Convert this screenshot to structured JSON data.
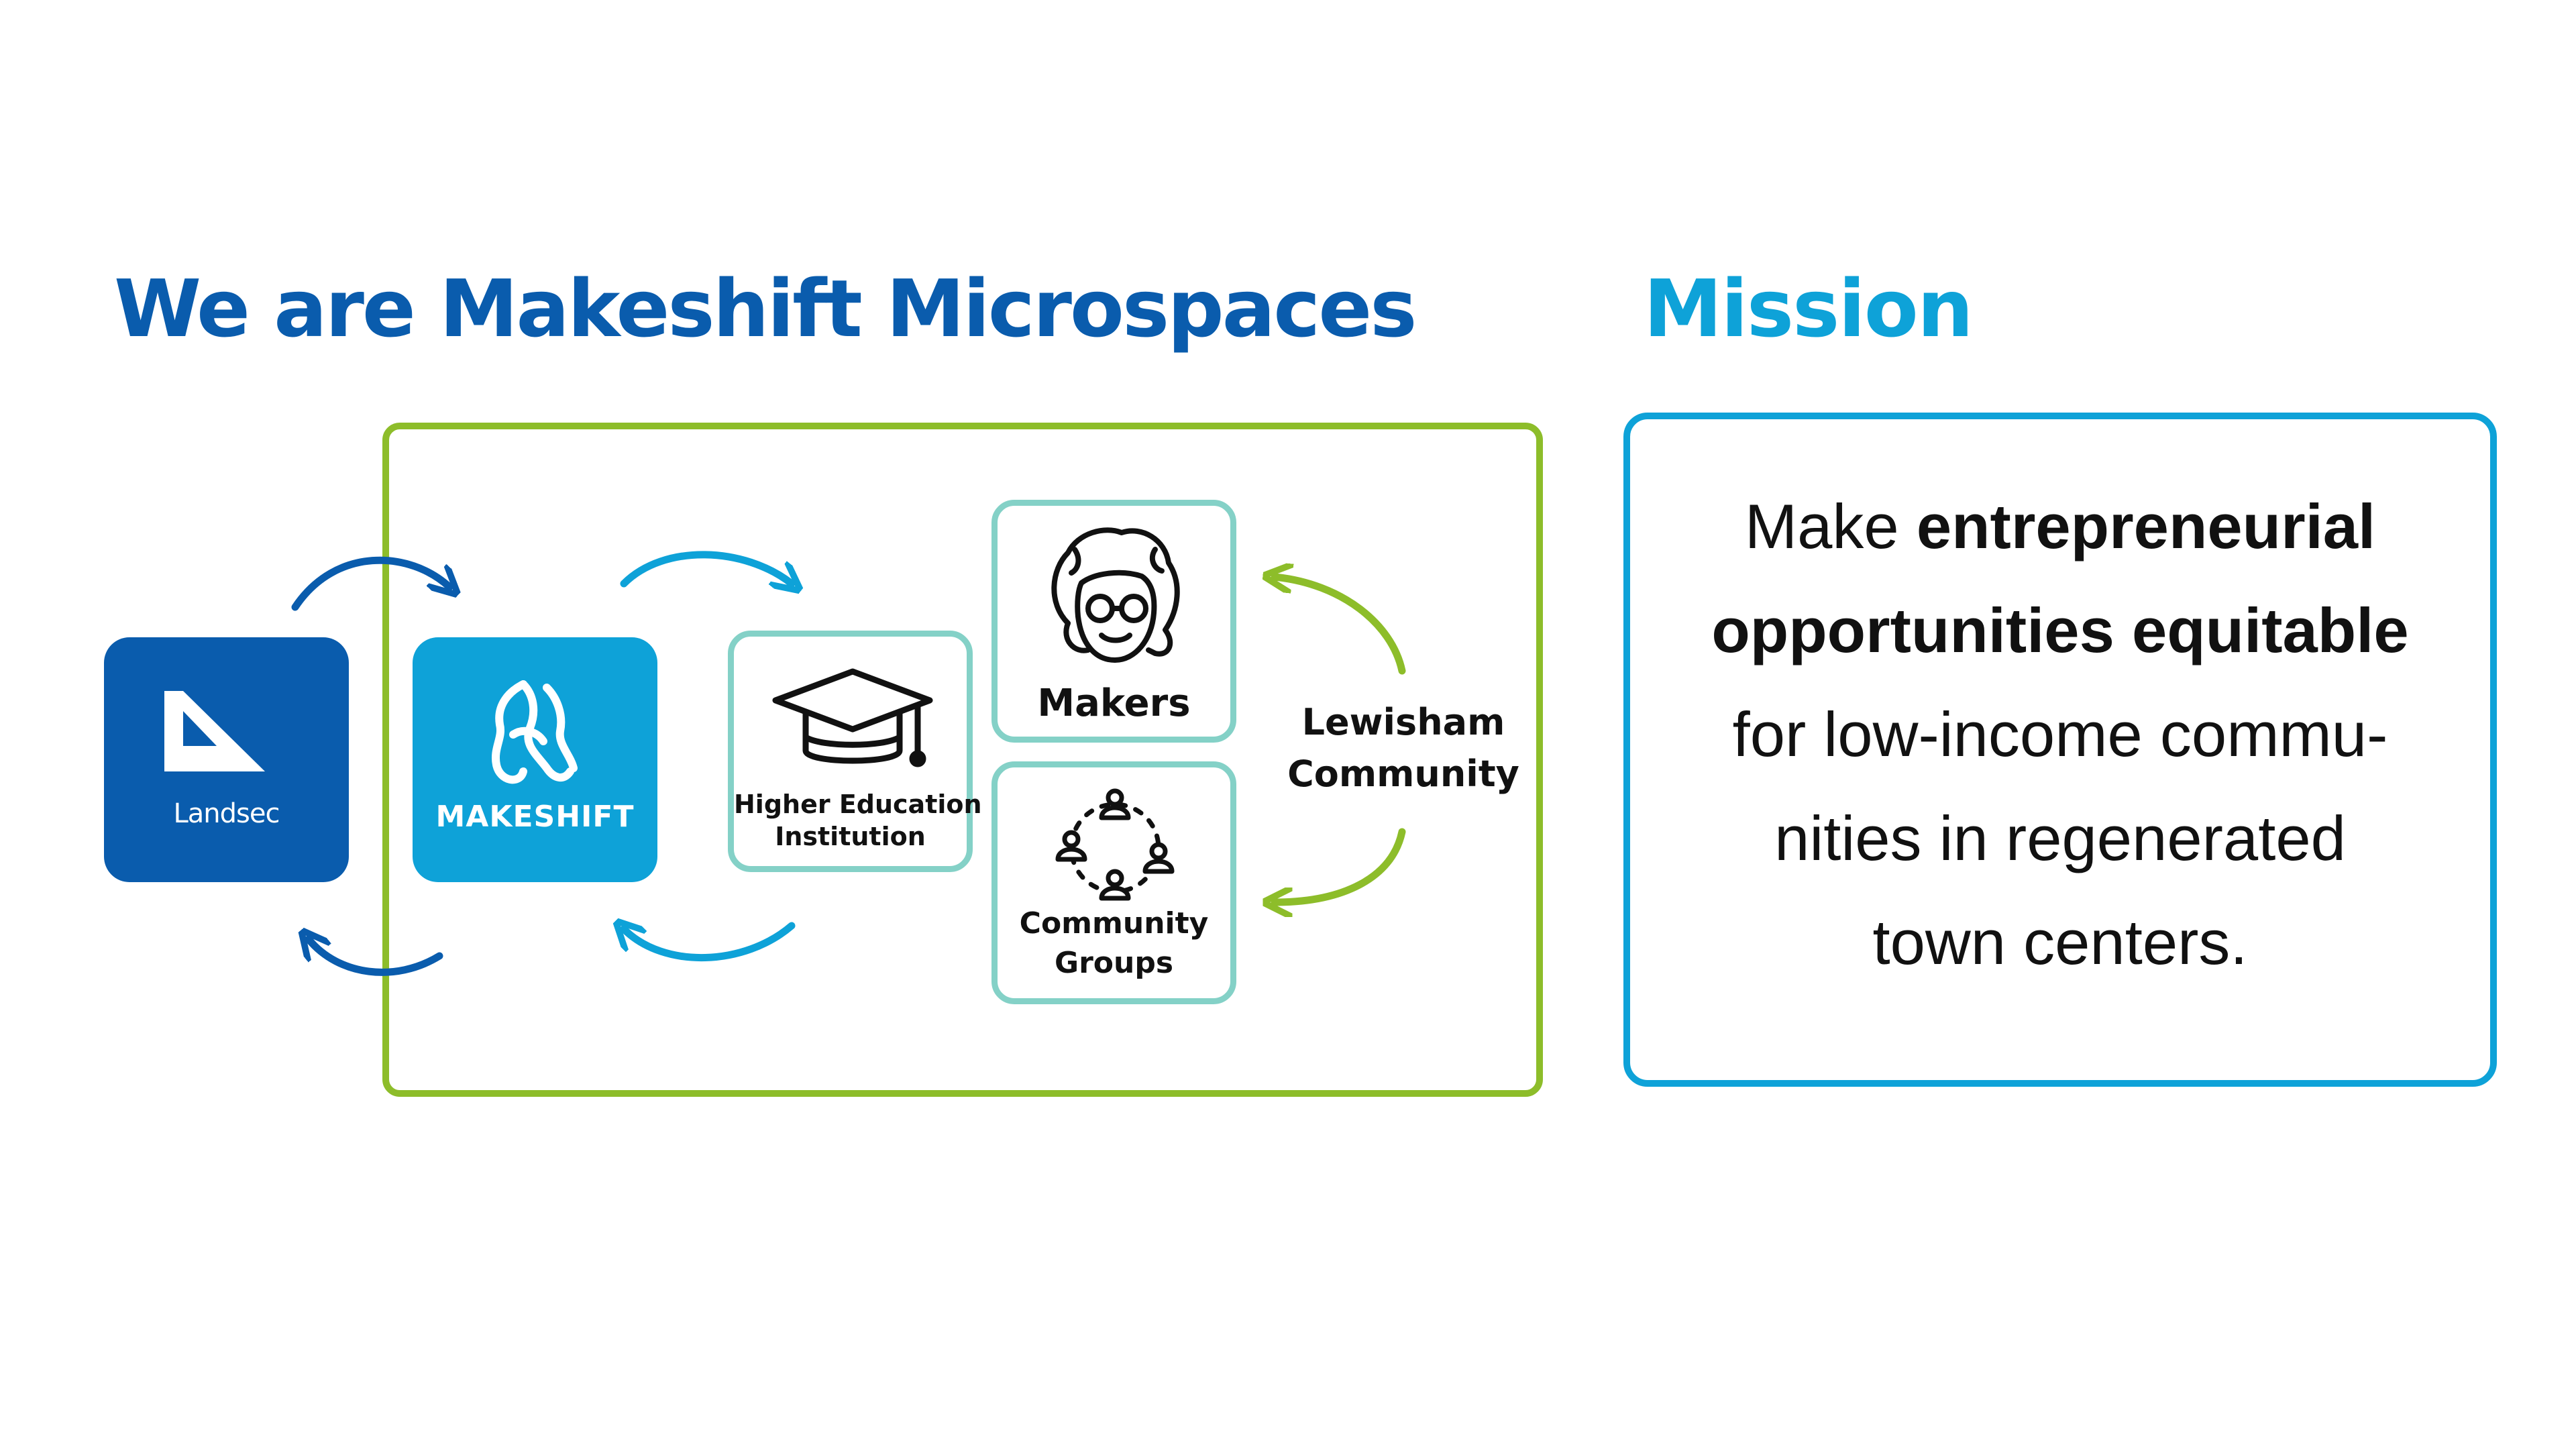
{
  "headings": {
    "main": "We are Makeshift Microspaces",
    "mission": "Mission"
  },
  "tiles": {
    "landsec": "Landsec",
    "makeshift": "MAKESHIFT"
  },
  "nodes": {
    "hei_line_1": "Higher Education",
    "hei_line_2": "Institution",
    "makers": "Makers",
    "groups_line_1": "Community",
    "groups_line_2": "Groups"
  },
  "side": {
    "line_1": "Lewisham",
    "line_2": "Community"
  },
  "mission": {
    "line_1_plain": "Make ",
    "line_1_bold": "entrepreneurial",
    "line_2_bold": "opportunities equitable",
    "line_3": "for low-income commu-",
    "line_4": "nities in regenerated",
    "line_5": "town centers."
  },
  "icons": {
    "landsec": "landsec-logo-icon",
    "makeshift": "makeshift-logo-icon",
    "hei": "graduation-cap-icon",
    "makers": "woman-face-icon",
    "groups": "community-people-icon"
  },
  "colors": {
    "dark_blue": "#0a5cad",
    "light_blue": "#0ea2d8",
    "green": "#8dbd2a",
    "teal": "#84d1c7"
  }
}
